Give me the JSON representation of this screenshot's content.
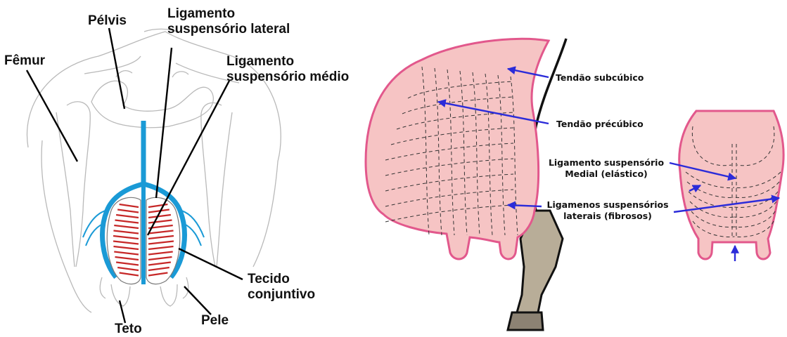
{
  "left_diagram": {
    "labels": {
      "pelvis": "Pélvis",
      "femur": "Fêmur",
      "lateral_1": "Ligamento",
      "lateral_2": "suspensório lateral",
      "medial_1": "Ligamento",
      "medial_2": "suspensório médio",
      "tissue_1": "Tecido",
      "tissue_2": "conjuntivo",
      "teat": "Teto",
      "skin": "Pele"
    },
    "colors": {
      "ligament": "#1a9ad6",
      "lamellae": "#c62828",
      "outline": "#b9b9b9"
    }
  },
  "right_diagram": {
    "labels": {
      "subcubic": "Tendão subcúbico",
      "precubic": "Tendão précúbico",
      "medial_1": "Ligamento suspensório",
      "medial_2": "Medial (elástico)",
      "lateral_1": "Ligamenos suspensórios",
      "lateral_2": "laterais (fibrosos)"
    },
    "colors": {
      "udder_fill": "#f6c4c4",
      "udder_border": "#e2588c",
      "leg": "#b8ad98",
      "arrow": "#2b2bd9"
    }
  }
}
